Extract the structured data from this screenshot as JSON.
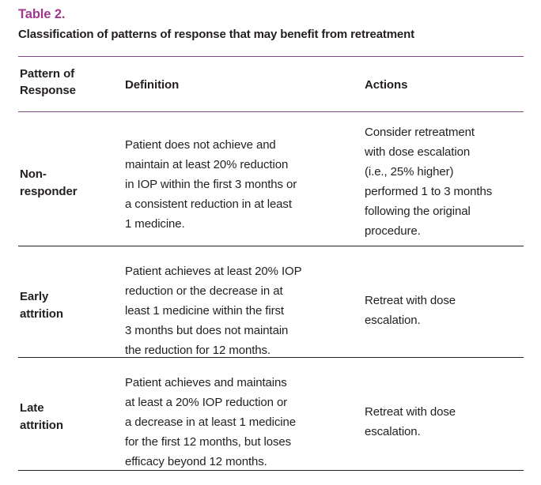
{
  "caption": {
    "label": "Table 2.",
    "title": "Classification of patterns of response that may benefit from retreatment",
    "label_color": "#a0398e",
    "title_color": "#231f20"
  },
  "rules": {
    "accent_color": "#7c4b7d",
    "dark_color": "#231f20"
  },
  "table": {
    "columns": [
      {
        "id": "pattern",
        "header_line1": "Pattern",
        "header_line2": "of Response"
      },
      {
        "id": "definition",
        "header_line1": "Definition",
        "header_line2": ""
      },
      {
        "id": "actions",
        "header_line1": "Actions",
        "header_line2": ""
      }
    ],
    "rows": [
      {
        "pattern": {
          "line1": "Non-",
          "line2": "responder"
        },
        "definition": [
          "Patient does not achieve and",
          "maintain at least 20% reduction",
          "in IOP within the first 3 months or",
          "a consistent reduction in at least",
          "1 medicine."
        ],
        "actions": [
          "Consider retreatment",
          "with dose escalation",
          "(i.e., 25% higher)",
          "performed 1 to 3 months",
          "following the original",
          "procedure."
        ]
      },
      {
        "pattern": {
          "line1": "Early",
          "line2": "attrition"
        },
        "definition": [
          "Patient achieves at least 20% IOP",
          "reduction or the decrease in at",
          "least 1 medicine within the first",
          "3 months but does not maintain",
          "the reduction for 12 months."
        ],
        "actions": [
          "Retreat with dose",
          "escalation."
        ]
      },
      {
        "pattern": {
          "line1": "Late",
          "line2": "attrition"
        },
        "definition": [
          "Patient achieves and maintains",
          "at least a 20% IOP reduction or",
          "a decrease in at least 1 medicine",
          "for the first 12 months, but loses",
          "efficacy beyond 12 months."
        ],
        "actions": [
          "Retreat with dose",
          "escalation."
        ]
      }
    ]
  }
}
